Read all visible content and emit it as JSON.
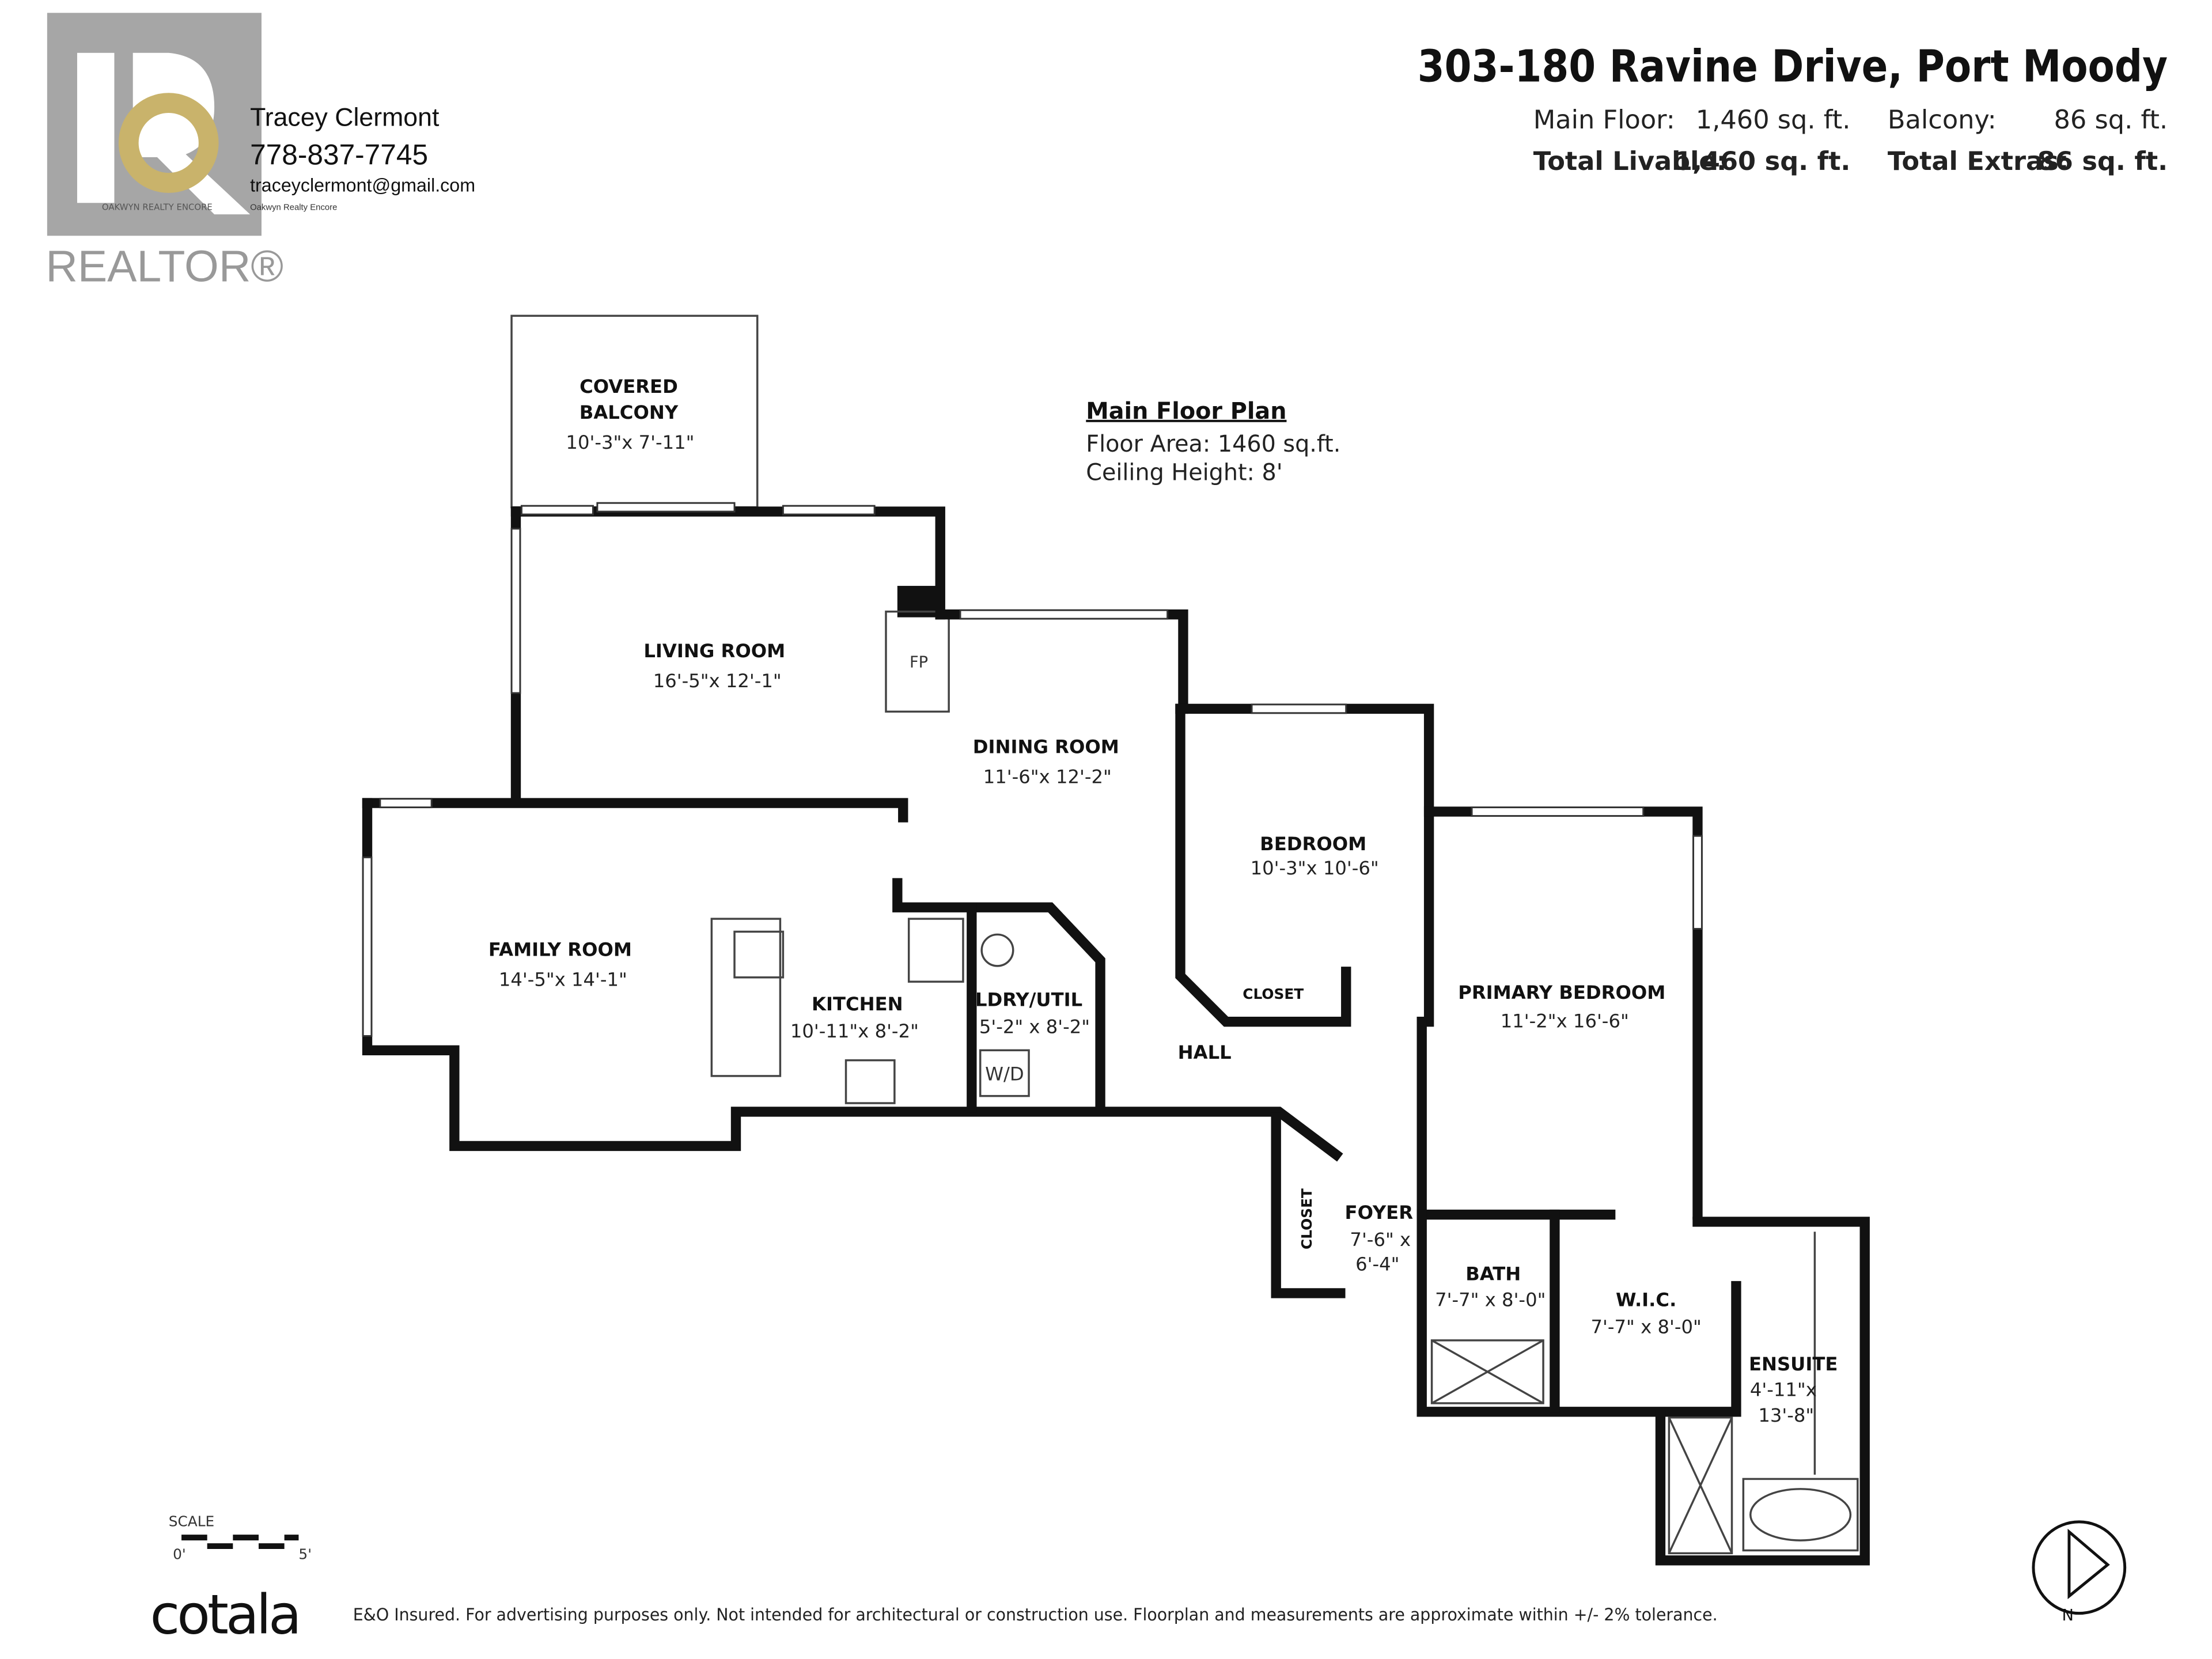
{
  "header": {
    "address": "303-180 Ravine Drive, Port Moody",
    "main_floor_label": "Main Floor:",
    "main_floor_value": "1,460 sq. ft.",
    "balcony_label": "Balcony:",
    "balcony_value": "86 sq. ft.",
    "total_livable_label": "Total Livable:",
    "total_livable_value": "1,460 sq. ft.",
    "total_extras_label": "Total Extras:",
    "total_extras_value": "86 sq. ft."
  },
  "agent": {
    "name": "Tracey Clermont",
    "phone": "778-837-7745",
    "email": "traceyclermont@gmail.com",
    "brokerage": "Oakwyn Realty Encore",
    "logo_text": "OAKWYN REALTY ENCORE",
    "realtor_mark": "REALTOR®"
  },
  "plan_info": {
    "title": "Main Floor Plan",
    "floor_area": "Floor Area: 1460 sq.ft.",
    "ceiling_height": "Ceiling Height: 8'"
  },
  "rooms": [
    {
      "name": "COVERED",
      "name2": "BALCONY",
      "dims": "10'-3\"x 7'-11\""
    },
    {
      "name": "LIVING ROOM",
      "dims": "16'-5\"x 12'-1\""
    },
    {
      "name": "DINING ROOM",
      "dims": "11'-6\"x 12'-2\""
    },
    {
      "name": "BEDROOM",
      "dims": "10'-3\"x 10'-6\""
    },
    {
      "name": "PRIMARY BEDROOM",
      "dims": "11'-2\"x 16'-6\""
    },
    {
      "name": "FAMILY ROOM",
      "dims": "14'-5\"x 14'-1\""
    },
    {
      "name": "KITCHEN",
      "dims": "10'-11\"x 8'-2\""
    },
    {
      "name": "LDRY/UTIL",
      "dims": "5'-2\" x 8'-2\""
    },
    {
      "name": "HALL"
    },
    {
      "name": "FOYER",
      "dims": "7'-6\" x",
      "dims2": "6'-4\""
    },
    {
      "name": "BATH",
      "dims": "7'-7\" x 8'-0\""
    },
    {
      "name": "W.I.C.",
      "dims": "7'-7\" x 8'-0\""
    },
    {
      "name": "ENSUITE",
      "dims": "4'-11\"x",
      "dims2": "13'-8\""
    }
  ],
  "fixtures": {
    "fireplace": "FP",
    "washer_dryer": "W/D",
    "closet": "CLOSET",
    "foyer_closet": "CLOSET"
  },
  "scale": {
    "label": "SCALE",
    "start": "0'",
    "end": "5'"
  },
  "compass": {
    "label": "N"
  },
  "footer": {
    "brand": "cotala",
    "disclaimer": "E&O Insured. For advertising purposes only. Not intended for architectural or construction use. Floorplan and measurements are approximate within +/- 2% tolerance."
  },
  "colors": {
    "logo_gray": "#a6a6a6",
    "logo_gold": "#c9b36b",
    "logo_gold_dark": "#7a6322",
    "wall": "#111111"
  }
}
